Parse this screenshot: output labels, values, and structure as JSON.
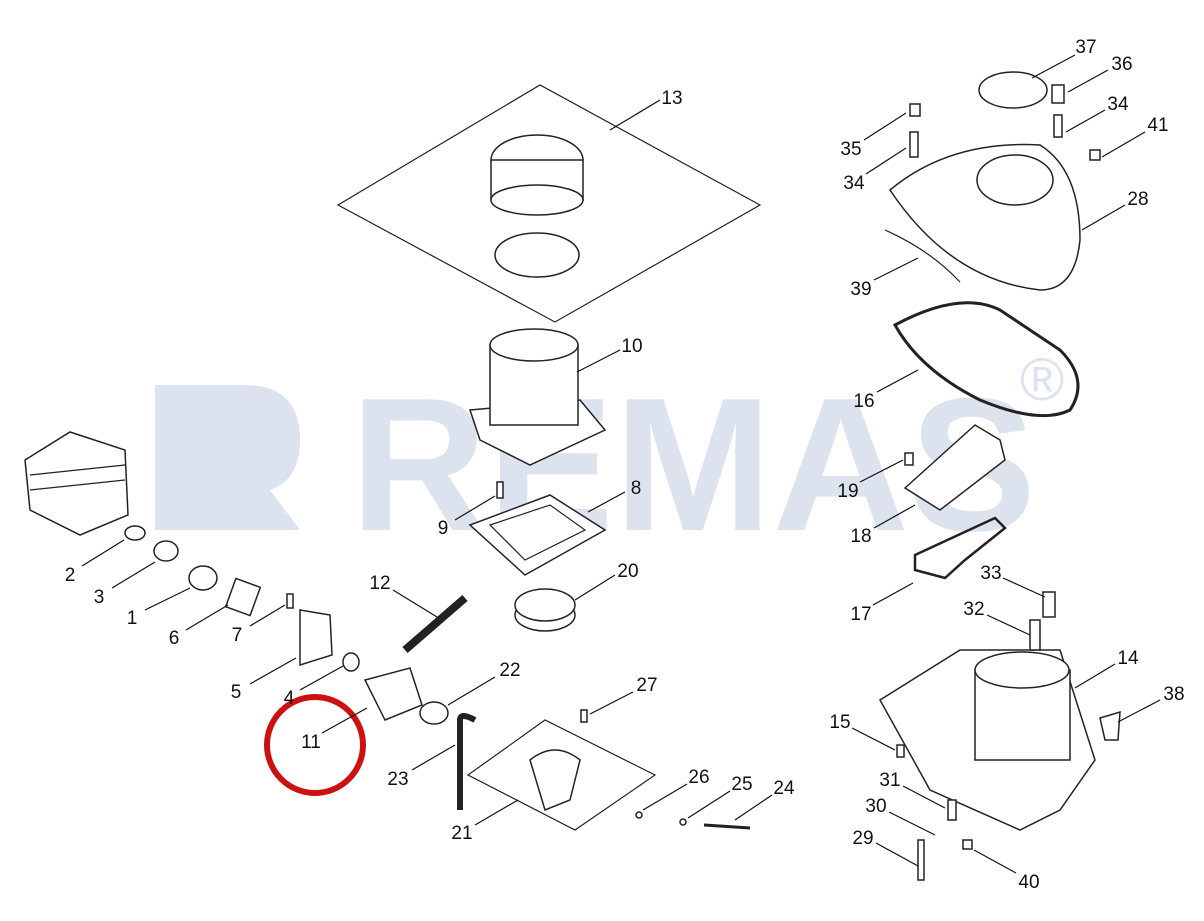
{
  "watermark": {
    "text": "REMAS",
    "mark": "®",
    "color": "#dde3ee"
  },
  "highlight": {
    "part": "11",
    "color": "#cc1111"
  },
  "labels": [
    "13",
    "10",
    "8",
    "9",
    "20",
    "12",
    "2",
    "3",
    "1",
    "6",
    "7",
    "5",
    "4",
    "11",
    "22",
    "27",
    "23",
    "21",
    "26",
    "25",
    "24",
    "37",
    "36",
    "34",
    "41",
    "35",
    "34",
    "28",
    "39",
    "16",
    "19",
    "18",
    "17",
    "33",
    "32",
    "14",
    "38",
    "15",
    "31",
    "30",
    "29",
    "40"
  ]
}
